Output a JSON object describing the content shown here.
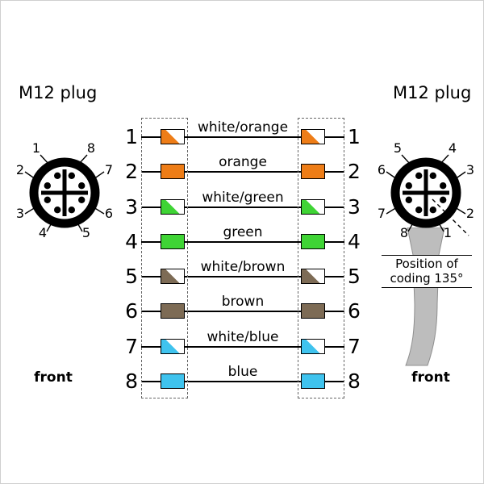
{
  "left_plug": {
    "title": "M12 plug",
    "front_label": "front",
    "pins": {
      "top_left": "1",
      "top_right": "8",
      "left_upper": "2",
      "right_upper": "7",
      "left_lower": "3",
      "right_lower": "6",
      "bottom_left": "4",
      "bottom_right": "5"
    }
  },
  "right_plug": {
    "title": "M12 plug",
    "front_label": "front",
    "coding_note_line1": "Position of",
    "coding_note_line2": "coding 135°",
    "pins": {
      "top_left": "5",
      "top_right": "4",
      "left_upper": "6",
      "right_upper": "3",
      "left_lower": "7",
      "right_lower": "2",
      "bottom_left": "8",
      "bottom_right": "1"
    }
  },
  "colors": {
    "orange": "#ee7d17",
    "green": "#3fd435",
    "brown": "#7d6b55",
    "blue": "#3fc3ee",
    "cable_gray": "#bdbdbd"
  },
  "wiring": {
    "rows": [
      {
        "left_pin": "1",
        "right_pin": "1",
        "label": "white/orange",
        "color": "orange",
        "stripe": true
      },
      {
        "left_pin": "2",
        "right_pin": "2",
        "label": "orange",
        "color": "orange",
        "stripe": false
      },
      {
        "left_pin": "3",
        "right_pin": "3",
        "label": "white/green",
        "color": "green",
        "stripe": true
      },
      {
        "left_pin": "4",
        "right_pin": "4",
        "label": "green",
        "color": "green",
        "stripe": false
      },
      {
        "left_pin": "5",
        "right_pin": "5",
        "label": "white/brown",
        "color": "brown",
        "stripe": true
      },
      {
        "left_pin": "6",
        "right_pin": "6",
        "label": "brown",
        "color": "brown",
        "stripe": false
      },
      {
        "left_pin": "7",
        "right_pin": "7",
        "label": "white/blue",
        "color": "blue",
        "stripe": true
      },
      {
        "left_pin": "8",
        "right_pin": "8",
        "label": "blue",
        "color": "blue",
        "stripe": false
      }
    ]
  }
}
